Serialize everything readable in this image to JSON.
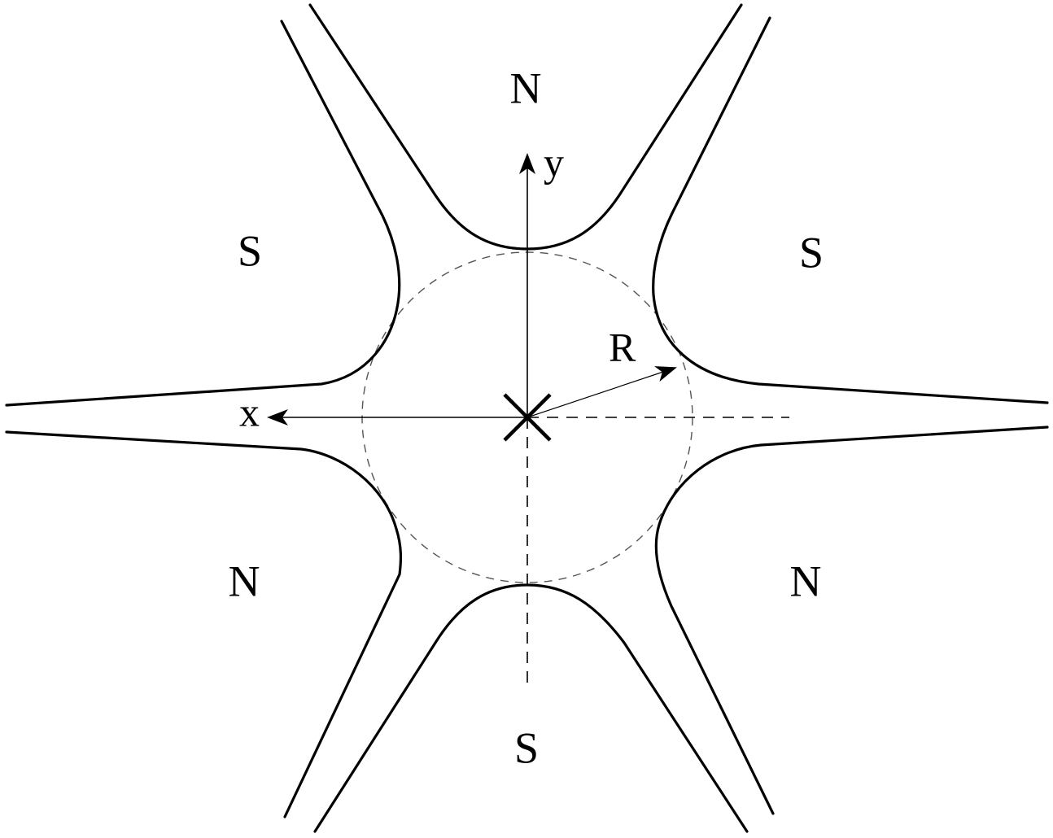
{
  "poles": [
    {
      "id": "top",
      "label": "N"
    },
    {
      "id": "upper-right",
      "label": "S"
    },
    {
      "id": "lower-right",
      "label": "N"
    },
    {
      "id": "bottom",
      "label": "S"
    },
    {
      "id": "lower-left",
      "label": "N"
    },
    {
      "id": "upper-left",
      "label": "S"
    }
  ],
  "axes": {
    "x_label": "x",
    "y_label": "y"
  },
  "aperture": {
    "radius_label": "R"
  }
}
